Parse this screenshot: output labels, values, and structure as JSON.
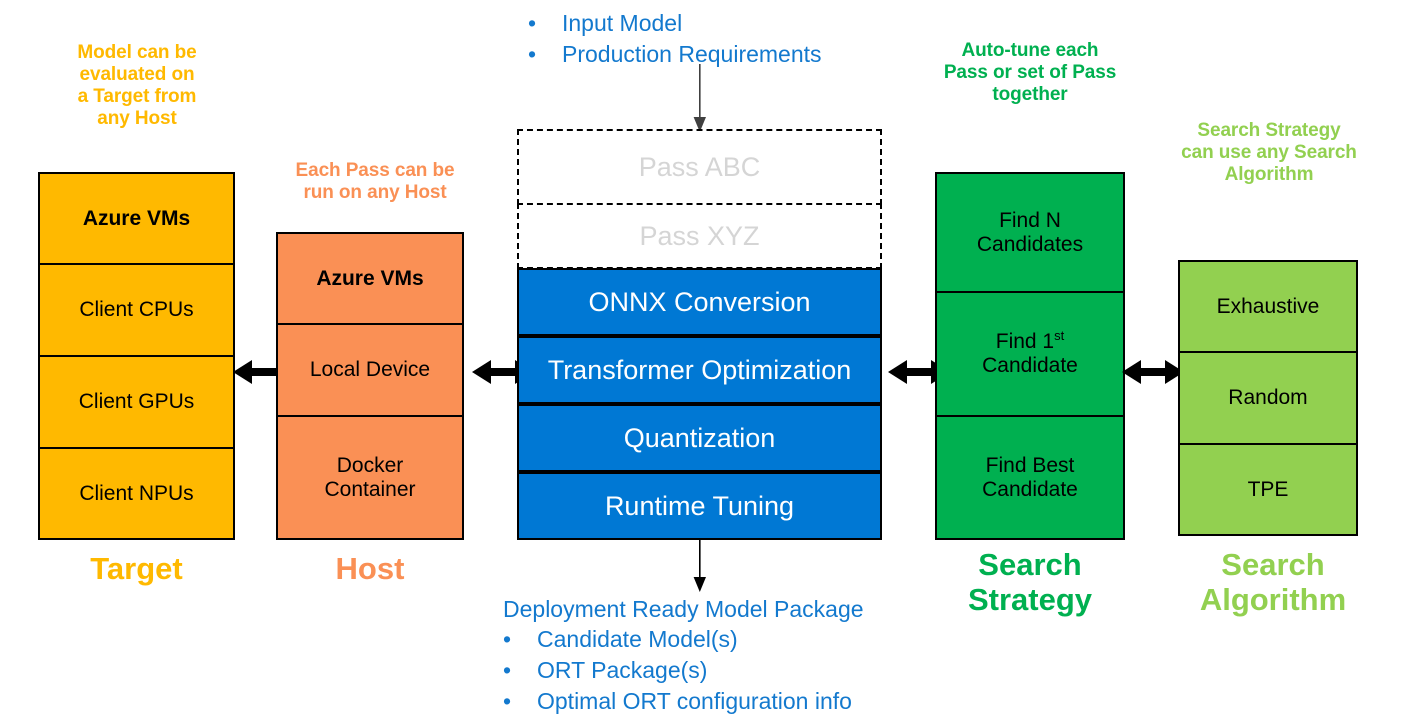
{
  "colors": {
    "target_amber": "#FFB900",
    "host_orange": "#FA9055",
    "pass_blue": "#0078D4",
    "strategy_green": "#00B050",
    "algorithm_green": "#92D050",
    "ghost_gray": "#D5D5D5",
    "text_blue": "#1379CE",
    "border_black": "#000000"
  },
  "target": {
    "note": "Model can be\nevaluated on\na Target from\nany Host",
    "note_lines": [
      "Model can be",
      "evaluated on",
      "a Target from",
      "any Host"
    ],
    "caption": "Target",
    "items": [
      {
        "label": "Azure VMs",
        "bold": true
      },
      {
        "label": "Client CPUs",
        "bold": false
      },
      {
        "label": "Client GPUs",
        "bold": false
      },
      {
        "label": "Client NPUs",
        "bold": false
      }
    ]
  },
  "host": {
    "note_lines": [
      "Each Pass can be",
      "run on any Host"
    ],
    "caption": "Host",
    "items": [
      {
        "label": "Azure VMs",
        "bold": true
      },
      {
        "label": "Local Device",
        "bold": false
      },
      {
        "label": "Docker\nContainer",
        "bold": false,
        "line1": "Docker",
        "line2": "Container"
      }
    ]
  },
  "passes": {
    "input_bullets": [
      "Input Model",
      "Production Requirements"
    ],
    "ghost_items": [
      "Pass ABC",
      "Pass XYZ"
    ],
    "blue_items": [
      "ONNX Conversion",
      "Transformer Optimization",
      "Quantization",
      "Runtime Tuning"
    ],
    "output_title": "Deployment Ready Model Package",
    "output_bullets": [
      "Candidate Model(s)",
      "ORT Package(s)",
      "Optimal ORT configuration info"
    ]
  },
  "search_strategy": {
    "note_lines": [
      "Auto-tune each",
      "Pass or set of Pass",
      "together"
    ],
    "caption_lines": [
      "Search",
      "Strategy"
    ],
    "items": [
      {
        "line1": "Find N",
        "line2": "Candidates"
      },
      {
        "line1": "Find 1st",
        "line1_pre": "Find 1",
        "line1_sup": "st",
        "line2": "Candidate"
      },
      {
        "line1": "Find Best",
        "line2": "Candidate"
      }
    ]
  },
  "search_algorithm": {
    "note_lines": [
      "Search Strategy",
      "can use any Search",
      "Algorithm"
    ],
    "caption_lines": [
      "Search",
      "Algorithm"
    ],
    "items": [
      {
        "label": "Exhaustive"
      },
      {
        "label": "Random"
      },
      {
        "label": "TPE"
      }
    ]
  },
  "arrows": {
    "target_host": "double-arrow-horizontal",
    "host_passes": "double-arrow-horizontal",
    "passes_strategy": "double-arrow-horizontal",
    "strategy_algorithm": "double-arrow-horizontal",
    "input_to_passes": "arrow-down",
    "passes_to_output": "arrow-down"
  }
}
